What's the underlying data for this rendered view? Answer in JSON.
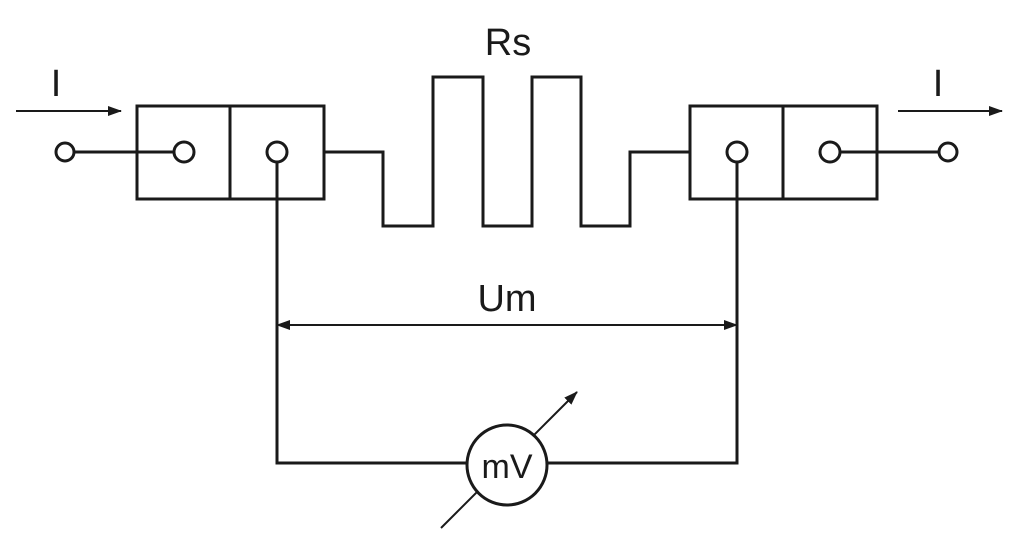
{
  "diagram": {
    "current_left_label": "I",
    "current_right_label": "I",
    "resistor_label": "Rs",
    "voltage_label": "Um",
    "meter_label": "mV",
    "colors": {
      "line": "#1a1a1a",
      "background": "#ffffff"
    }
  }
}
